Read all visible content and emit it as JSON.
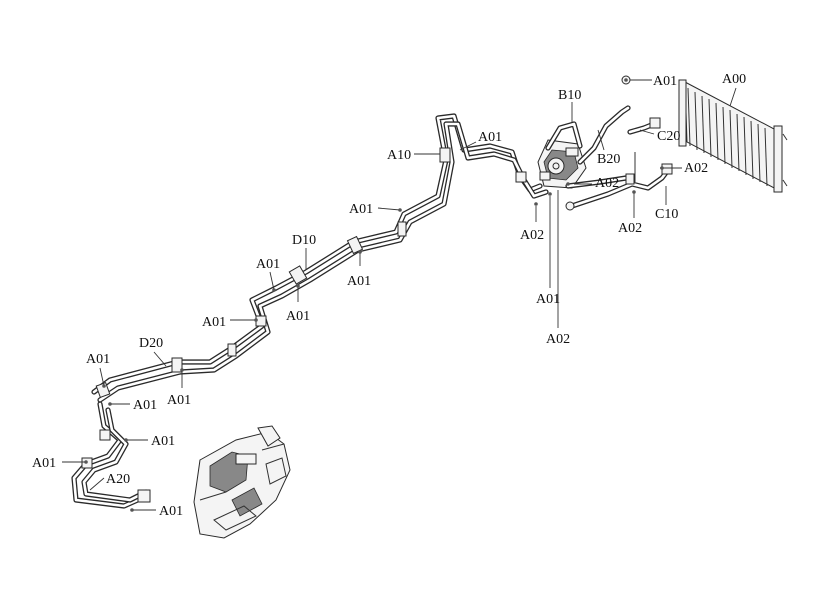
{
  "labels": {
    "a00": "A00",
    "a01": "A01",
    "a02": "A02",
    "a10": "A10",
    "a20": "A20",
    "b10": "B10",
    "b20": "B20",
    "c10": "C10",
    "c20": "C20",
    "d10": "D10",
    "d20": "D20"
  }
}
